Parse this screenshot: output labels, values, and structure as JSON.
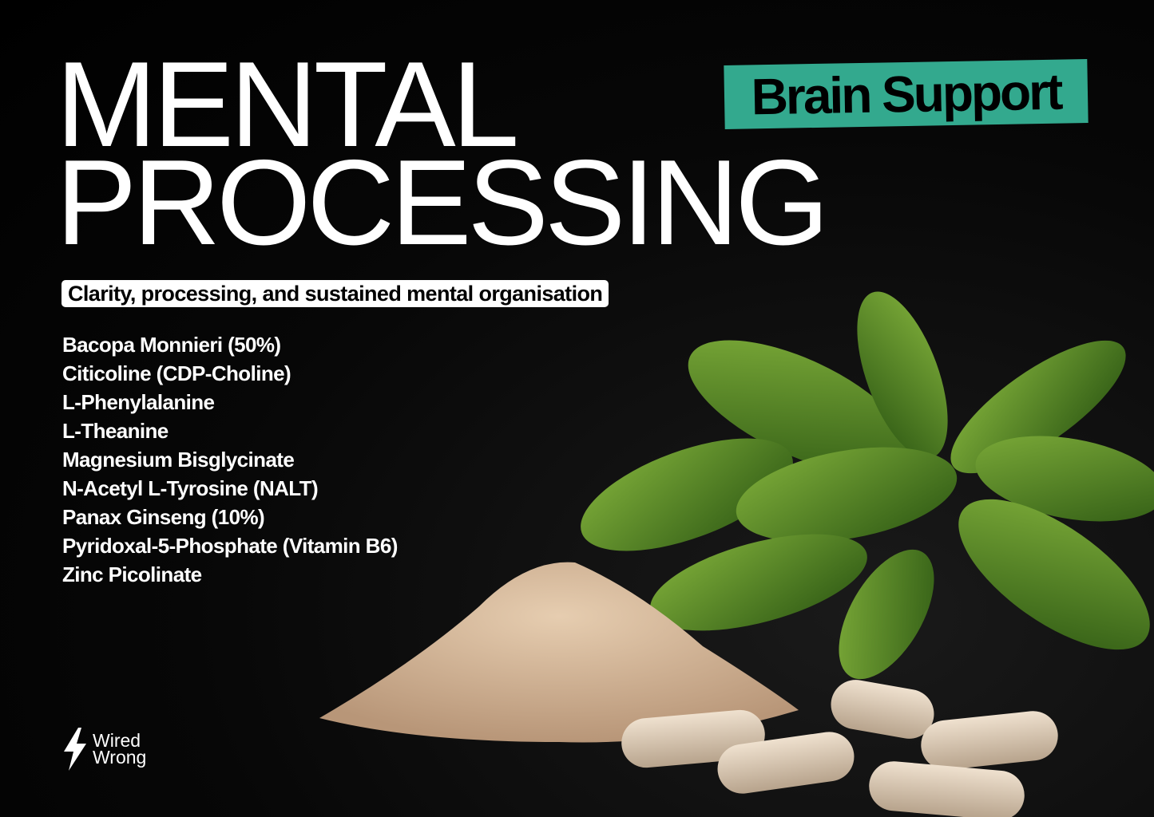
{
  "title": {
    "line1": "MENTAL",
    "line2": "PROCESSING"
  },
  "badge": {
    "label": "Brain Support",
    "color": "#33a98e"
  },
  "subtitle": "Clarity, processing, and sustained mental organisation",
  "ingredients": [
    "Bacopa Monnieri (50%)",
    "Citicoline (CDP-Choline)",
    "L-Phenylalanine",
    "L-Theanine",
    "Magnesium Bisglycinate",
    "N-Acetyl L-Tyrosine (NALT)",
    "Panax Ginseng (10%)",
    "Pyridoxal-5-Phosphate (Vitamin B6)",
    "Zinc Picolinate"
  ],
  "logo": {
    "line1": "Wired",
    "line2": "Wrong",
    "icon": "lightning-bolt-icon"
  }
}
